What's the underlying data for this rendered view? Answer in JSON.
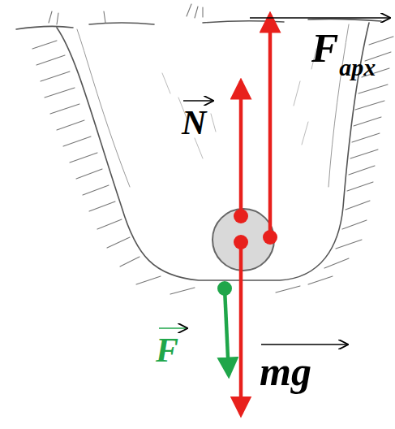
{
  "diagram": {
    "labels": [
      "N",
      "F",
      "apx",
      "F",
      "mg"
    ]
  }
}
